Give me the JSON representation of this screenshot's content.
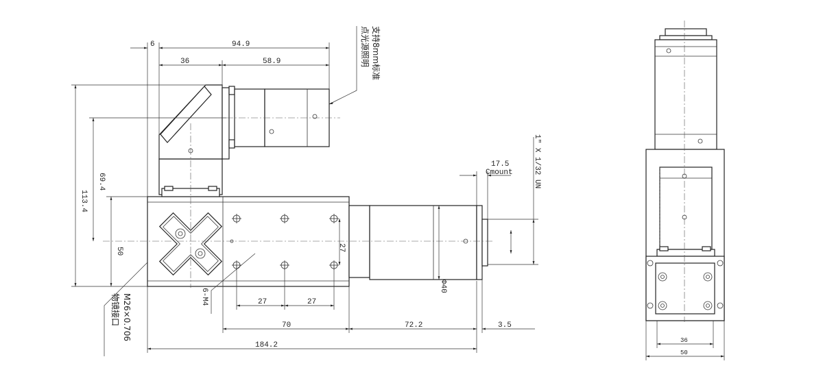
{
  "dimensions": {
    "d6": "6",
    "d94_9": "94.9",
    "d36_top": "36",
    "d58_9": "58.9",
    "d113_4": "113.4",
    "d69_4": "69.4",
    "d50_left": "50",
    "d27_h1": "27",
    "d27_h2": "27",
    "d27_v": "27",
    "d70": "70",
    "d72_2": "72.2",
    "d3_5": "3.5",
    "d184_2": "184.2",
    "d17_5": "17.5",
    "d40": "Φ40",
    "d36_side": "36",
    "d50_side": "50"
  },
  "labels": {
    "illumination_line1": "支持8mm标准",
    "illumination_line2": "点光源照明",
    "cmount": "Cmount",
    "thread_spec": "1\" X 1/32 UN",
    "objective_thread": "M26×0.706",
    "objective_port": "物镜接口",
    "holes": "6-M4"
  },
  "colors": {
    "line": "#222222",
    "background": "#ffffff"
  }
}
